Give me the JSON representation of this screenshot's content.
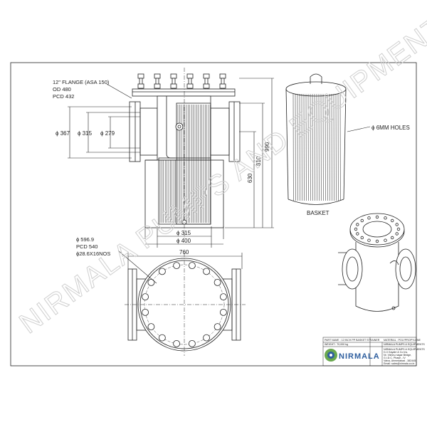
{
  "labels": {
    "flange": "12\" FLANGE (ASA 150)",
    "od": "OD 480",
    "pcd_top": "PCD 432",
    "phi_367": "ϕ 367",
    "phi_315_left": "ϕ 315",
    "phi_279": "ϕ 279",
    "h_990": "990",
    "h_810": "810",
    "h_630": "630",
    "phi_315_bottom": "ϕ 315",
    "phi_400": "ϕ 400",
    "holes": "ϕ 6MM HOLES",
    "basket": "BASKET",
    "phi_5969": "ϕ 596.9",
    "pcd_540": "PCD 540",
    "bolt_holes": "ϕ28.6X16NOS",
    "width_760": "760"
  },
  "title_block": {
    "part_name": "PART NAME : 12 INCH PP BASKET STRAINER",
    "material": "MATERIAL : POLYPROPYLENE",
    "weight": "WEIGHT : 70,000 kg",
    "company": "NIRMALA PUMPS & EQUIPMENTS",
    "address": [
      "NIRMALA PUMPS & EQUIPMENTS",
      "D-3 Gayatri & Co Ins.",
      "Nr. Vishnu nagar Bridge,",
      "G.I.D.C. Phase - IV",
      "Vatva, Ahmedabad - 382445",
      "Email: sales@nirmala.co.in"
    ],
    "logo_text": "NIRMALA"
  },
  "watermark": "NIRMALA PUMPS AND EQUIPMENTS",
  "colors": {
    "line": "#222222",
    "logo_green": "#6aa84f",
    "logo_blue": "#2f5f9f"
  }
}
